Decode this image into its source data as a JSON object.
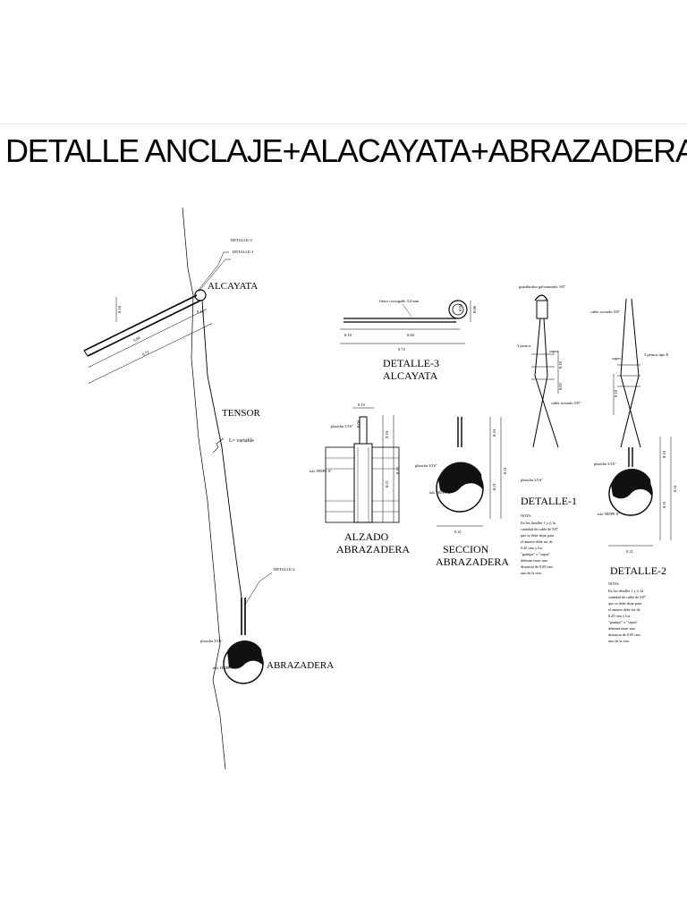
{
  "title": "DETALLE ANCLAJE+ALACAYATA+ABRAZADERA",
  "main_view": {
    "label_alcayata": "ALCAYATA",
    "label_tensor": "TENSOR",
    "label_length": "L= variable",
    "label_abrazadera": "ABRAZADERA",
    "callout_detalle3": "DETALLE-3",
    "callout_detalle1": "DETALLE-1",
    "callout_detalle2": "DETALLE-2",
    "plancha": "plancha 3/16\"",
    "tube": "tub. HDPE 8\"",
    "dim_a": "0.72",
    "dim_b": "0.60",
    "dim_c": "0.10",
    "dim_d": "0.10"
  },
  "detalle3": {
    "title_1": "DETALLE-3",
    "title_2": "ALCAYATA",
    "rod_note": "fierro corrugado 3/4 mm",
    "dim_left": "0.10",
    "dim_mid": "0.60",
    "dim_total": "0.72",
    "dim_right": "0.08",
    "dim_eye": "0.04"
  },
  "alzado": {
    "title_1": "ALZADO",
    "title_2": "ABRAZADERA",
    "plancha": "plancha 3/16\"",
    "tube": "tub. HDPE 8\"",
    "dim_top": "0.10",
    "dim_w": "0.04",
    "dim_h1": "0.10",
    "dim_h2": "0.21",
    "dim_h3": "0.25"
  },
  "seccion": {
    "title_1": "SECCION",
    "title_2": "ABRAZADERA",
    "plancha": "plancha 3/16\"",
    "tube": "tub. HDPE 8\"",
    "dim_bottom": "0.21",
    "dim_v1": "0.10",
    "dim_v2": "0.21",
    "dim_v3": "0.31"
  },
  "detalle1": {
    "title": "DETALLE-1",
    "top_note": "guardacabo galvanizado 3/8\"",
    "grapas": "sapos",
    "pernos": "3 pernos",
    "cable": "cable acerado 5/8\"",
    "plancha": "plancha 3/16\"",
    "dim_1": "0.10",
    "dim_2": "0.05",
    "note_title": "NOTA:",
    "note_lines": [
      "En los detalles 1 y 2, la",
      "cantidad de cable de 5/8\"",
      "que se debe dejar para",
      "el amarre debe ser de",
      "0.45 cms y los",
      "\"grampo\" o \"sapos\"",
      "deberan tener una",
      "distancia de 0.05 cms",
      "uno de la otra."
    ]
  },
  "detalle2": {
    "title": "DETALLE-2",
    "cable": "cable acerado 5/8\"",
    "sapos": "sapos",
    "pernos": "3 pernos tipo E",
    "plancha": "plancha 3/16\"",
    "tube": "tub. HDPE 8\"",
    "dim_bottom": "0.21",
    "dim_v1": "0.10",
    "dim_v2": "0.21",
    "dim_v3": "0.31",
    "dim_s": "0.10",
    "note_title": "NOTA:",
    "note_lines": [
      "En los detalles 1 y 2, la",
      "cantidad de cable de 5/8\"",
      "que se debe dejar para",
      "el amarre debe ser de",
      "0.45 cms y los",
      "\"grampo\" o \"sapos\"",
      "deberan tener una",
      "distancia de 0.05 cms",
      "uno de la otra."
    ]
  }
}
